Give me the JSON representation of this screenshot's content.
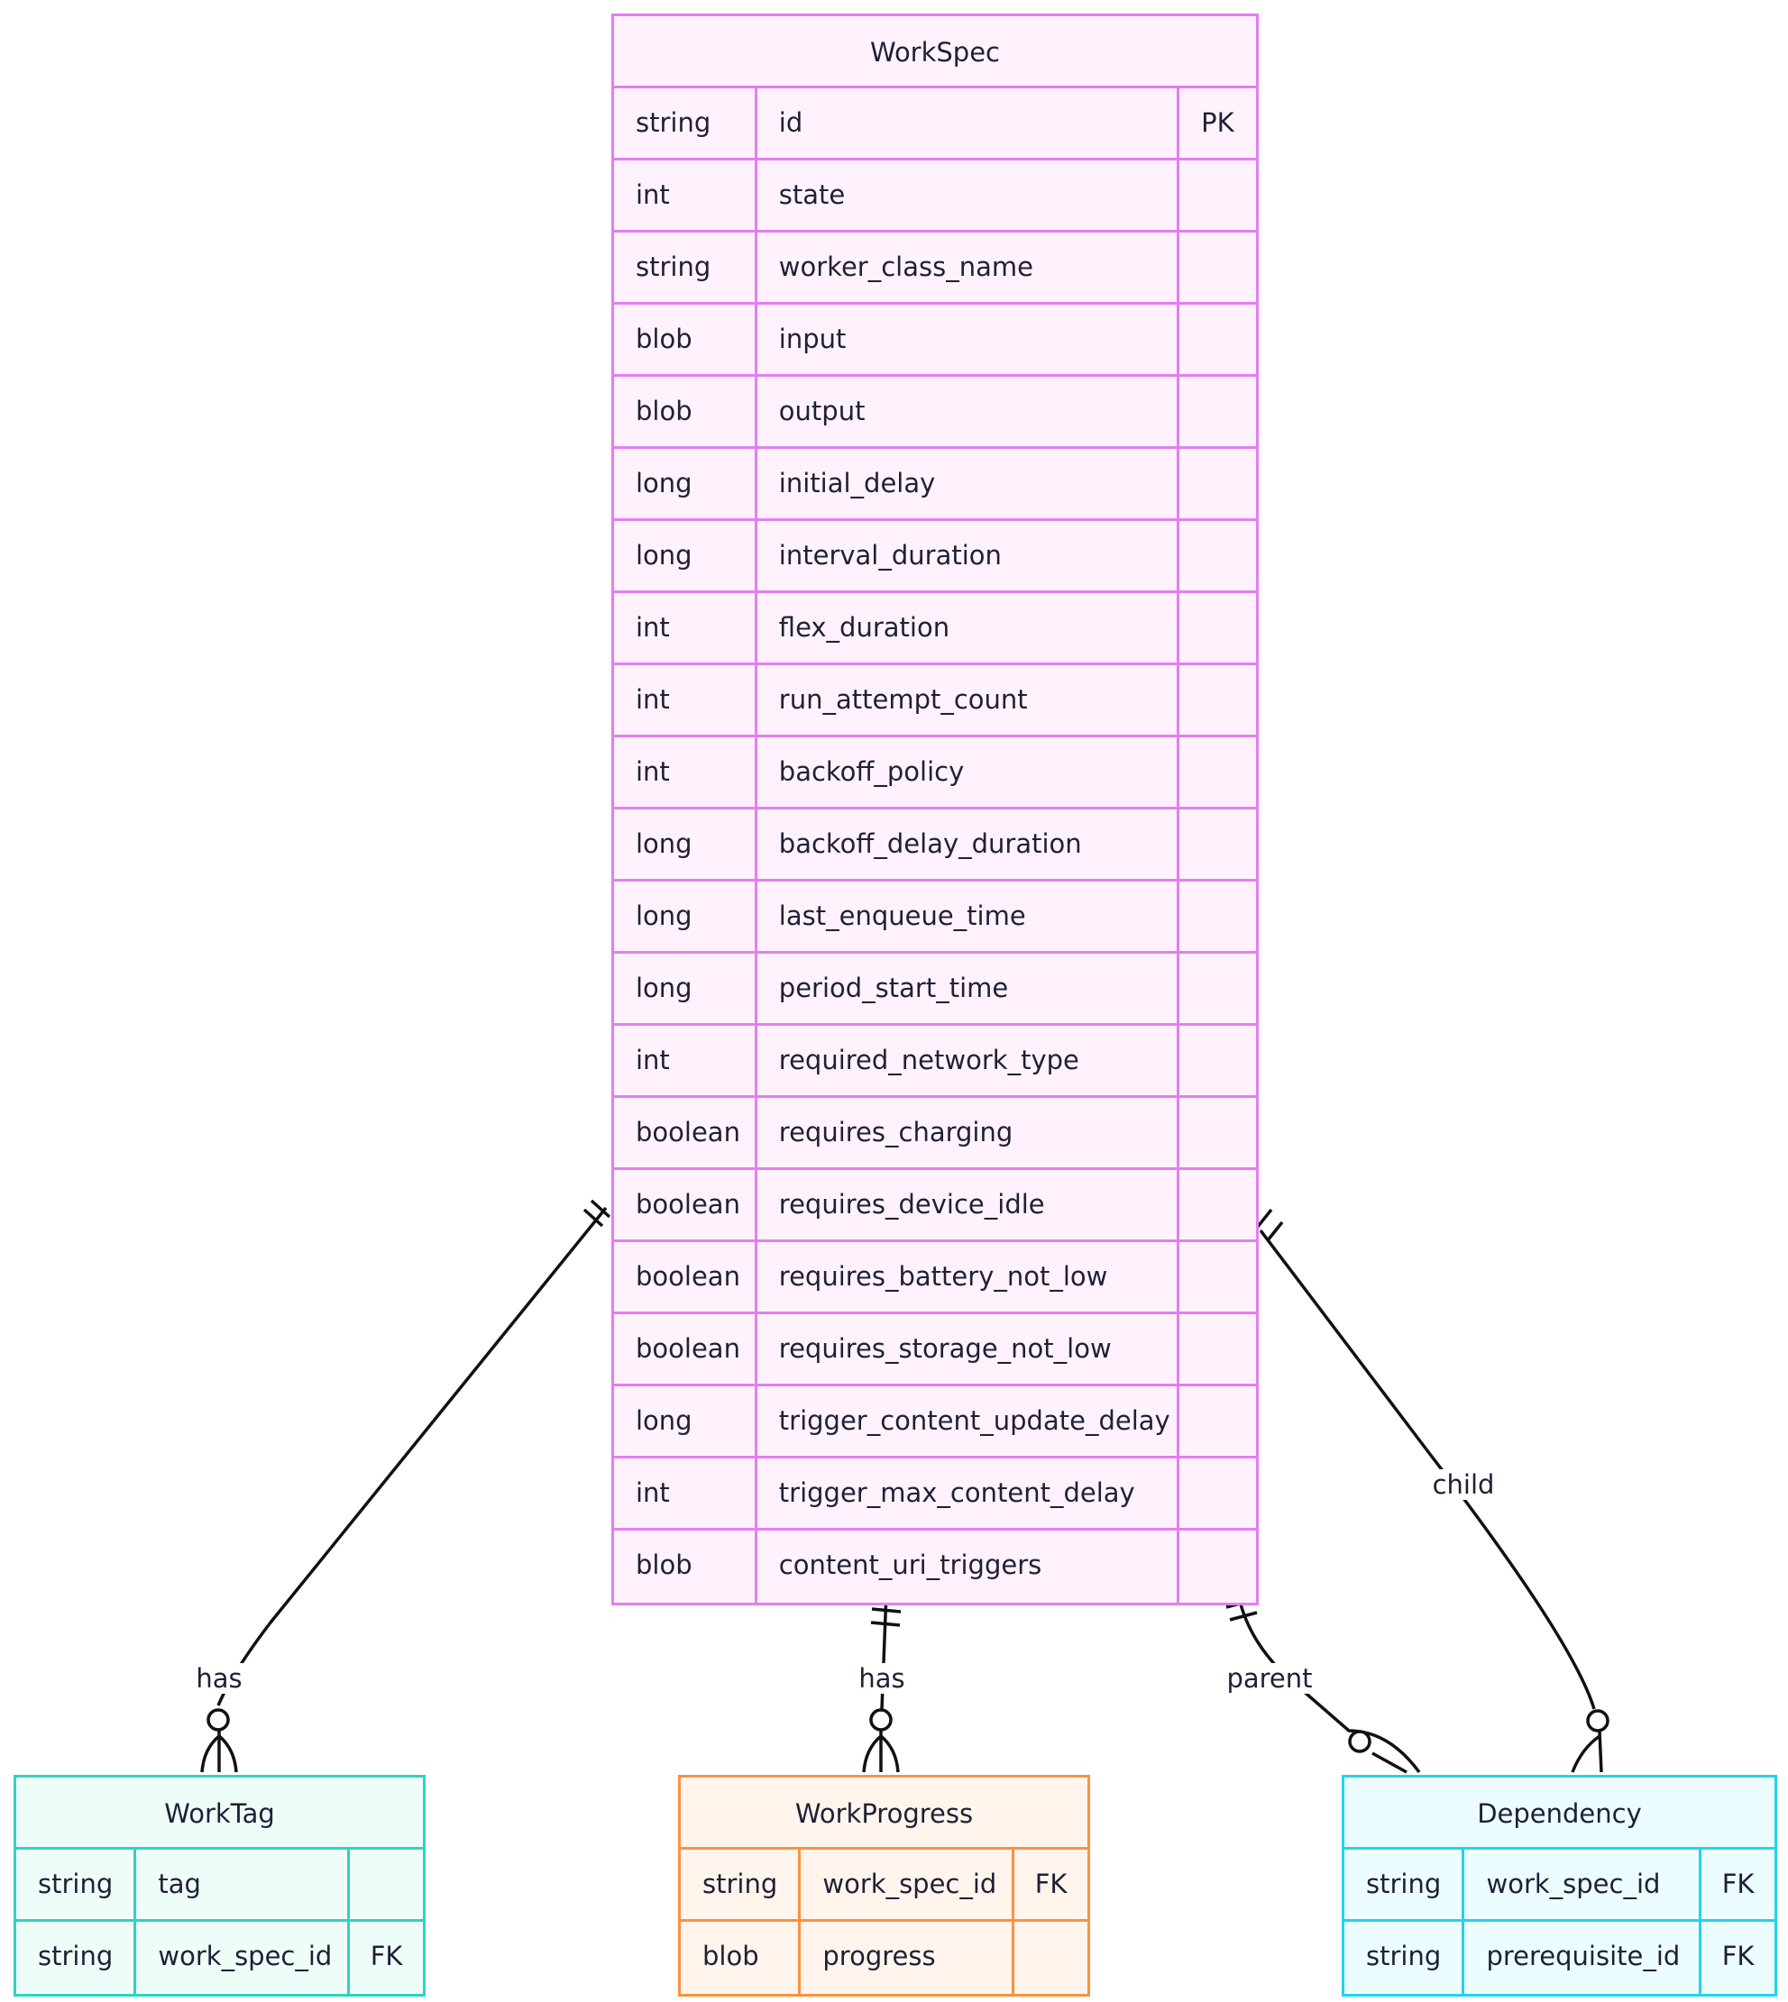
{
  "entities": [
    {
      "id": "workspec",
      "name": "WorkSpec",
      "color": "#e27ff0",
      "fill": "#fff2fd",
      "attributes": [
        {
          "type": "string",
          "name": "id",
          "key": "PK"
        },
        {
          "type": "int",
          "name": "state",
          "key": ""
        },
        {
          "type": "string",
          "name": "worker_class_name",
          "key": ""
        },
        {
          "type": "blob",
          "name": "input",
          "key": ""
        },
        {
          "type": "blob",
          "name": "output",
          "key": ""
        },
        {
          "type": "long",
          "name": "initial_delay",
          "key": ""
        },
        {
          "type": "long",
          "name": "interval_duration",
          "key": ""
        },
        {
          "type": "int",
          "name": "flex_duration",
          "key": ""
        },
        {
          "type": "int",
          "name": "run_attempt_count",
          "key": ""
        },
        {
          "type": "int",
          "name": "backoff_policy",
          "key": ""
        },
        {
          "type": "long",
          "name": "backoff_delay_duration",
          "key": ""
        },
        {
          "type": "long",
          "name": "last_enqueue_time",
          "key": ""
        },
        {
          "type": "long",
          "name": "period_start_time",
          "key": ""
        },
        {
          "type": "int",
          "name": "required_network_type",
          "key": ""
        },
        {
          "type": "boolean",
          "name": "requires_charging",
          "key": ""
        },
        {
          "type": "boolean",
          "name": "requires_device_idle",
          "key": ""
        },
        {
          "type": "boolean",
          "name": "requires_battery_not_low",
          "key": ""
        },
        {
          "type": "boolean",
          "name": "requires_storage_not_low",
          "key": ""
        },
        {
          "type": "long",
          "name": "trigger_content_update_delay",
          "key": ""
        },
        {
          "type": "int",
          "name": "trigger_max_content_delay",
          "key": ""
        },
        {
          "type": "blob",
          "name": "content_uri_triggers",
          "key": ""
        }
      ]
    },
    {
      "id": "worktag",
      "name": "WorkTag",
      "color": "#2dd4bf",
      "fill": "#effdf9",
      "attributes": [
        {
          "type": "string",
          "name": "tag",
          "key": ""
        },
        {
          "type": "string",
          "name": "work_spec_id",
          "key": "FK"
        }
      ]
    },
    {
      "id": "workprogress",
      "name": "WorkProgress",
      "color": "#fb923c",
      "fill": "#fff5ec",
      "attributes": [
        {
          "type": "string",
          "name": "work_spec_id",
          "key": "FK"
        },
        {
          "type": "blob",
          "name": "progress",
          "key": ""
        }
      ]
    },
    {
      "id": "dependency",
      "name": "Dependency",
      "color": "#22d3ee",
      "fill": "#ecfdff",
      "attributes": [
        {
          "type": "string",
          "name": "work_spec_id",
          "key": "FK"
        },
        {
          "type": "string",
          "name": "prerequisite_id",
          "key": "FK"
        }
      ]
    }
  ],
  "relationships": [
    {
      "from": "WorkSpec",
      "to": "WorkTag",
      "label": "has",
      "from_cardinality": "exactly-one",
      "to_cardinality": "zero-or-more"
    },
    {
      "from": "WorkSpec",
      "to": "WorkProgress",
      "label": "has",
      "from_cardinality": "exactly-one",
      "to_cardinality": "zero-or-more"
    },
    {
      "from": "WorkSpec",
      "to": "Dependency",
      "label": "parent",
      "from_cardinality": "exactly-one",
      "to_cardinality": "zero-or-more"
    },
    {
      "from": "WorkSpec",
      "to": "Dependency",
      "label": "child",
      "from_cardinality": "exactly-one",
      "to_cardinality": "zero-or-more"
    }
  ]
}
